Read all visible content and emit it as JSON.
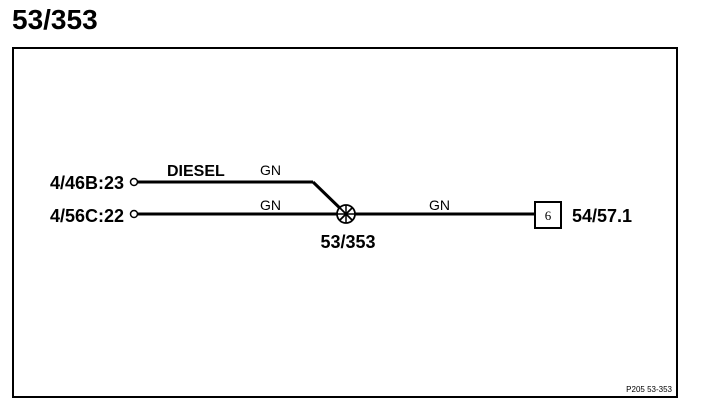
{
  "page_title": "53/353",
  "connectors": {
    "top": "4/46B:23",
    "bottom": "4/56C:22"
  },
  "wire_labels": {
    "top_function": "DIESEL",
    "top_color": "GN",
    "bottom_color": "GN",
    "output_color": "GN"
  },
  "splice_label": "53/353",
  "destination": {
    "box_number": "6",
    "ref": "54/57.1"
  },
  "footer_ref": "P205 53-353"
}
